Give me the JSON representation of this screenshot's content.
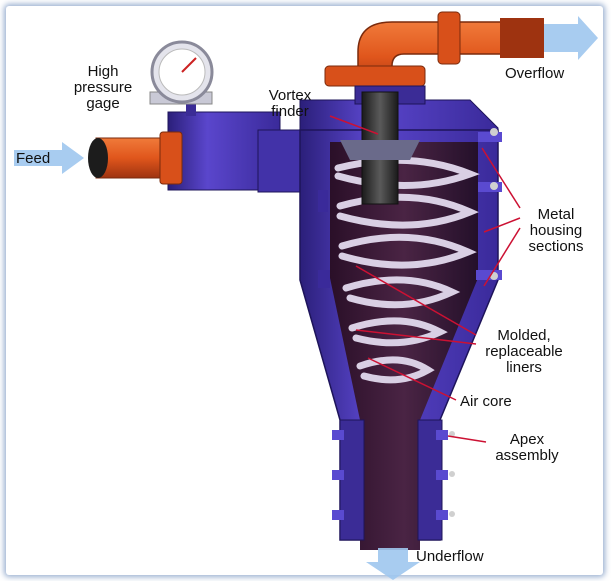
{
  "labels": {
    "high_pressure_line1": "High",
    "high_pressure_line2": "pressure",
    "high_pressure_line3": "gage",
    "feed": "Feed",
    "overflow": "Overflow",
    "vortex_line1": "Vortex",
    "vortex_line2": "finder",
    "metal_line1": "Metal",
    "metal_line2": "housing",
    "metal_line3": "sections",
    "molded_line1": "Molded,",
    "molded_line2": "replaceable",
    "molded_line3": "liners",
    "air_core": "Air core",
    "apex_line1": "Apex",
    "apex_line2": "assembly",
    "underflow": "Underflow"
  },
  "colors": {
    "housing": "#4a36b8",
    "housing_dark": "#2b1f7a",
    "pipe_orange": "#e0561c",
    "pipe_dark": "#9e3310",
    "interior": "#3a1a34",
    "swirl": "#d9cfe4",
    "arrow": "#9ec6ee",
    "leader": "#cc1133"
  }
}
